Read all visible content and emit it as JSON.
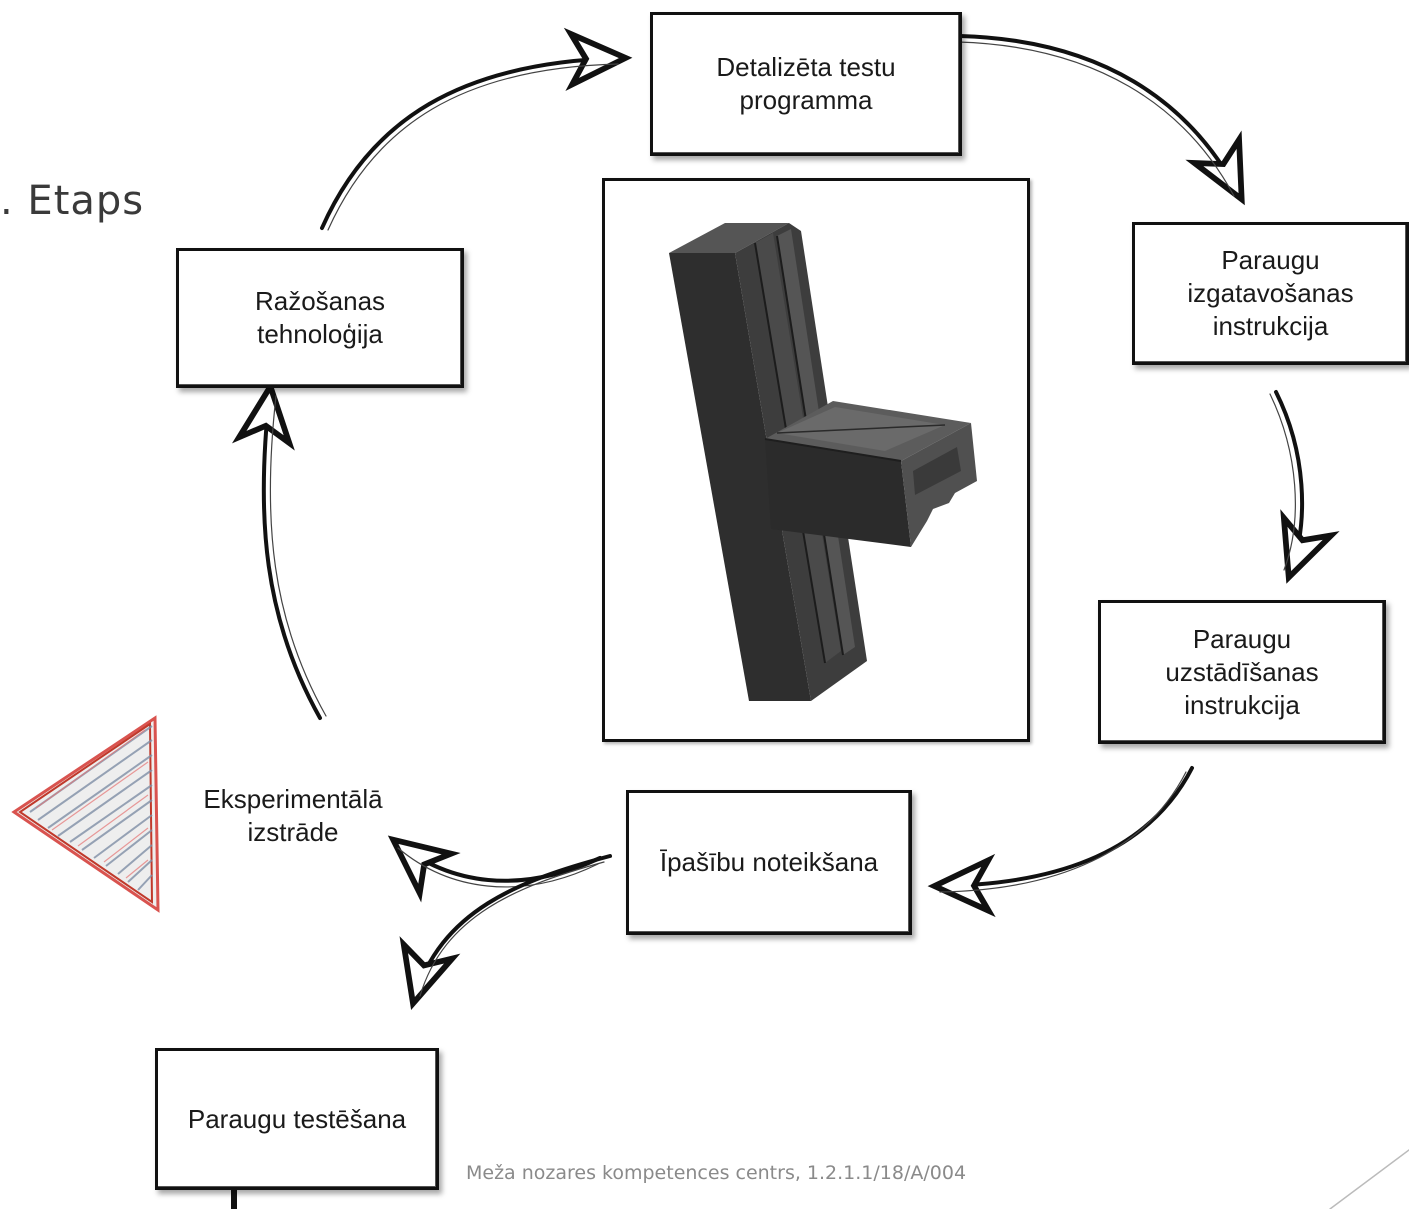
{
  "slide": {
    "title_fragment": ". Etaps",
    "footer": "Meža nozares kompetences centrs, 1.2.1.1/18/A/004"
  },
  "nodes": {
    "test_program": "Detalizēta testu\nprogramma",
    "manufacturing_instruction": "Paraugu\nizgatavošanas\ninstrukcija",
    "installation_instruction": "Paraugu\nuzstādīšanas\ninstrukcija",
    "property_determination": "Īpašību noteikšana",
    "experimental_development": "Eksperimentālā\nizstrāde",
    "sample_testing": "Paraugu testēšana",
    "production_technology": "Ražošanas\ntehnoloģija"
  },
  "colors": {
    "stroke": "#111111",
    "triangle_hatch": "#d9534f",
    "profile_dark": "#2e2e2e"
  },
  "icons": [
    "cycle-arrow-icon",
    "window-profile-illustration",
    "hatched-triangle-icon"
  ]
}
